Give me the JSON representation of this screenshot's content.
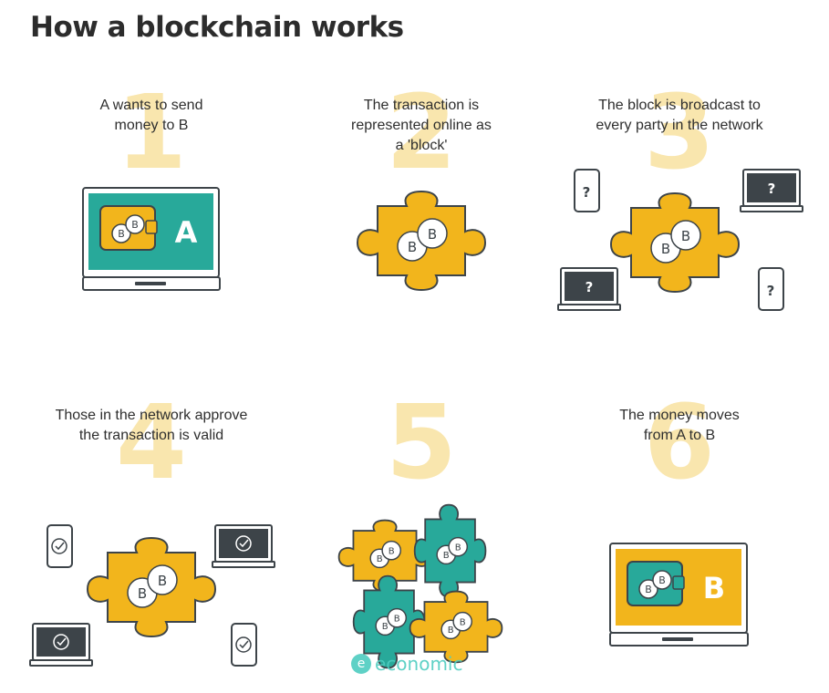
{
  "title": "How a blockchain works",
  "colors": {
    "yellow": "#f2b51c",
    "teal": "#28a99a",
    "dark": "#3d4449",
    "number": "#f9e2a0"
  },
  "steps": [
    {
      "number": "1",
      "lines": [
        "A wants to send",
        "money to B"
      ],
      "screen_letter": "A"
    },
    {
      "number": "2",
      "lines": [
        "The transaction is",
        "represented online as",
        "a 'block'"
      ]
    },
    {
      "number": "3",
      "lines": [
        "The block is broadcast to",
        "every party in the network"
      ],
      "device_mark": "?"
    },
    {
      "number": "4",
      "lines": [
        "Those in the network approve",
        "the transaction is valid"
      ]
    },
    {
      "number": "5",
      "lines": []
    },
    {
      "number": "6",
      "lines": [
        "The money moves",
        "from A to B"
      ],
      "screen_letter": "B"
    }
  ],
  "coin_letter": "B",
  "watermark": "economic"
}
